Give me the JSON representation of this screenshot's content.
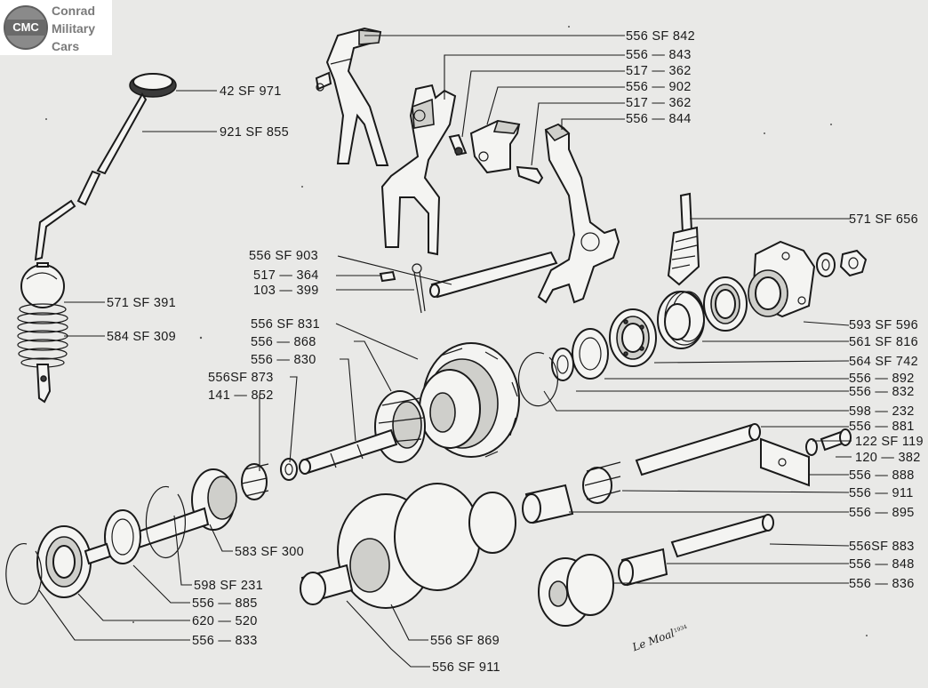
{
  "logo": {
    "badge": "CMC",
    "words": [
      "Conrad",
      "Military",
      "Cars"
    ]
  },
  "artist_signature": "Le Moal",
  "artist_signature_year": "1934",
  "labels": [
    "556 SF 842",
    "556 — 843",
    "517 — 362",
    "556 — 902",
    "517 — 362",
    "556 — 844",
    "42 SF 971",
    "921 SF 855",
    "571 SF 656",
    "556 SF 903",
    "517 — 364",
    "103 — 399",
    "571 SF 391",
    "584 SF 309",
    "593 SF 596",
    "561 SF 816",
    "564 SF 742",
    "556 — 892",
    "556 — 832",
    "556 SF 831",
    "556 — 868",
    "556 — 830",
    "598 — 232",
    "556 — 881",
    "122 SF 119",
    "120 — 382",
    "556SF 873",
    "141 — 852",
    "556 — 888",
    "556 — 911",
    "556 — 895",
    "583 SF 300",
    "556SF 883",
    "556 — 848",
    "556 — 836",
    "598 SF 231",
    "556 — 885",
    "620 — 520",
    "556 — 833",
    "556 SF 869",
    "556 SF 911"
  ]
}
